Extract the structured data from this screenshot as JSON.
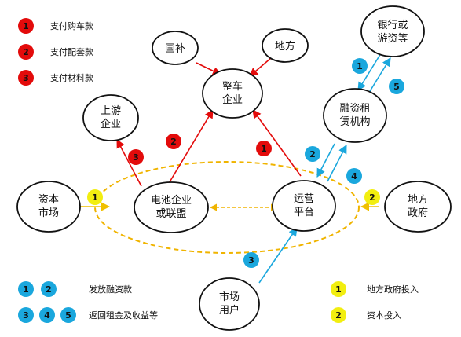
{
  "colors": {
    "red": "#e30b0b",
    "blue": "#1aa7dd",
    "yellow": "#f2ee10",
    "orange_dash": "#f0b400",
    "node_stroke": "#111111"
  },
  "nodes": {
    "guobu": [
      "国补"
    ],
    "difang": [
      "地方"
    ],
    "bank": [
      "银行或",
      "游资等"
    ],
    "vehicle": [
      "整车",
      "企业"
    ],
    "upstream": [
      "上游",
      "企业"
    ],
    "leasing": [
      "融资租",
      "赁机构"
    ],
    "capital": [
      "资本",
      "市场"
    ],
    "battery": [
      "电池企业",
      "或联盟"
    ],
    "platform": [
      "运营",
      "平台"
    ],
    "gov": [
      "地方",
      "政府"
    ],
    "users": [
      "市场",
      "用户"
    ]
  },
  "legend": {
    "red": [
      {
        "num": "1",
        "label": "支付购车款"
      },
      {
        "num": "2",
        "label": "支付配套款"
      },
      {
        "num": "3",
        "label": "支付材料款"
      }
    ],
    "blue_issue": {
      "nums": [
        "1",
        "2"
      ],
      "label": "发放融资款"
    },
    "blue_return": {
      "nums": [
        "3",
        "4",
        "5"
      ],
      "label": "返回租金及收益等"
    },
    "yellow": [
      {
        "num": "1",
        "label": "地方政府投入"
      },
      {
        "num": "2",
        "label": "资本投入"
      }
    ]
  },
  "flow_badges": {
    "red_battery_vehicle": "2",
    "red_battery_upstream": "3",
    "red_platform_vehicle": "1",
    "blue_bank_leasing": "1",
    "blue_leasing_bank": "5",
    "blue_leasing_platform": "2",
    "blue_platform_leasing": "4",
    "blue_users_platform": "3",
    "yellow_capital": "1",
    "yellow_gov": "2"
  }
}
